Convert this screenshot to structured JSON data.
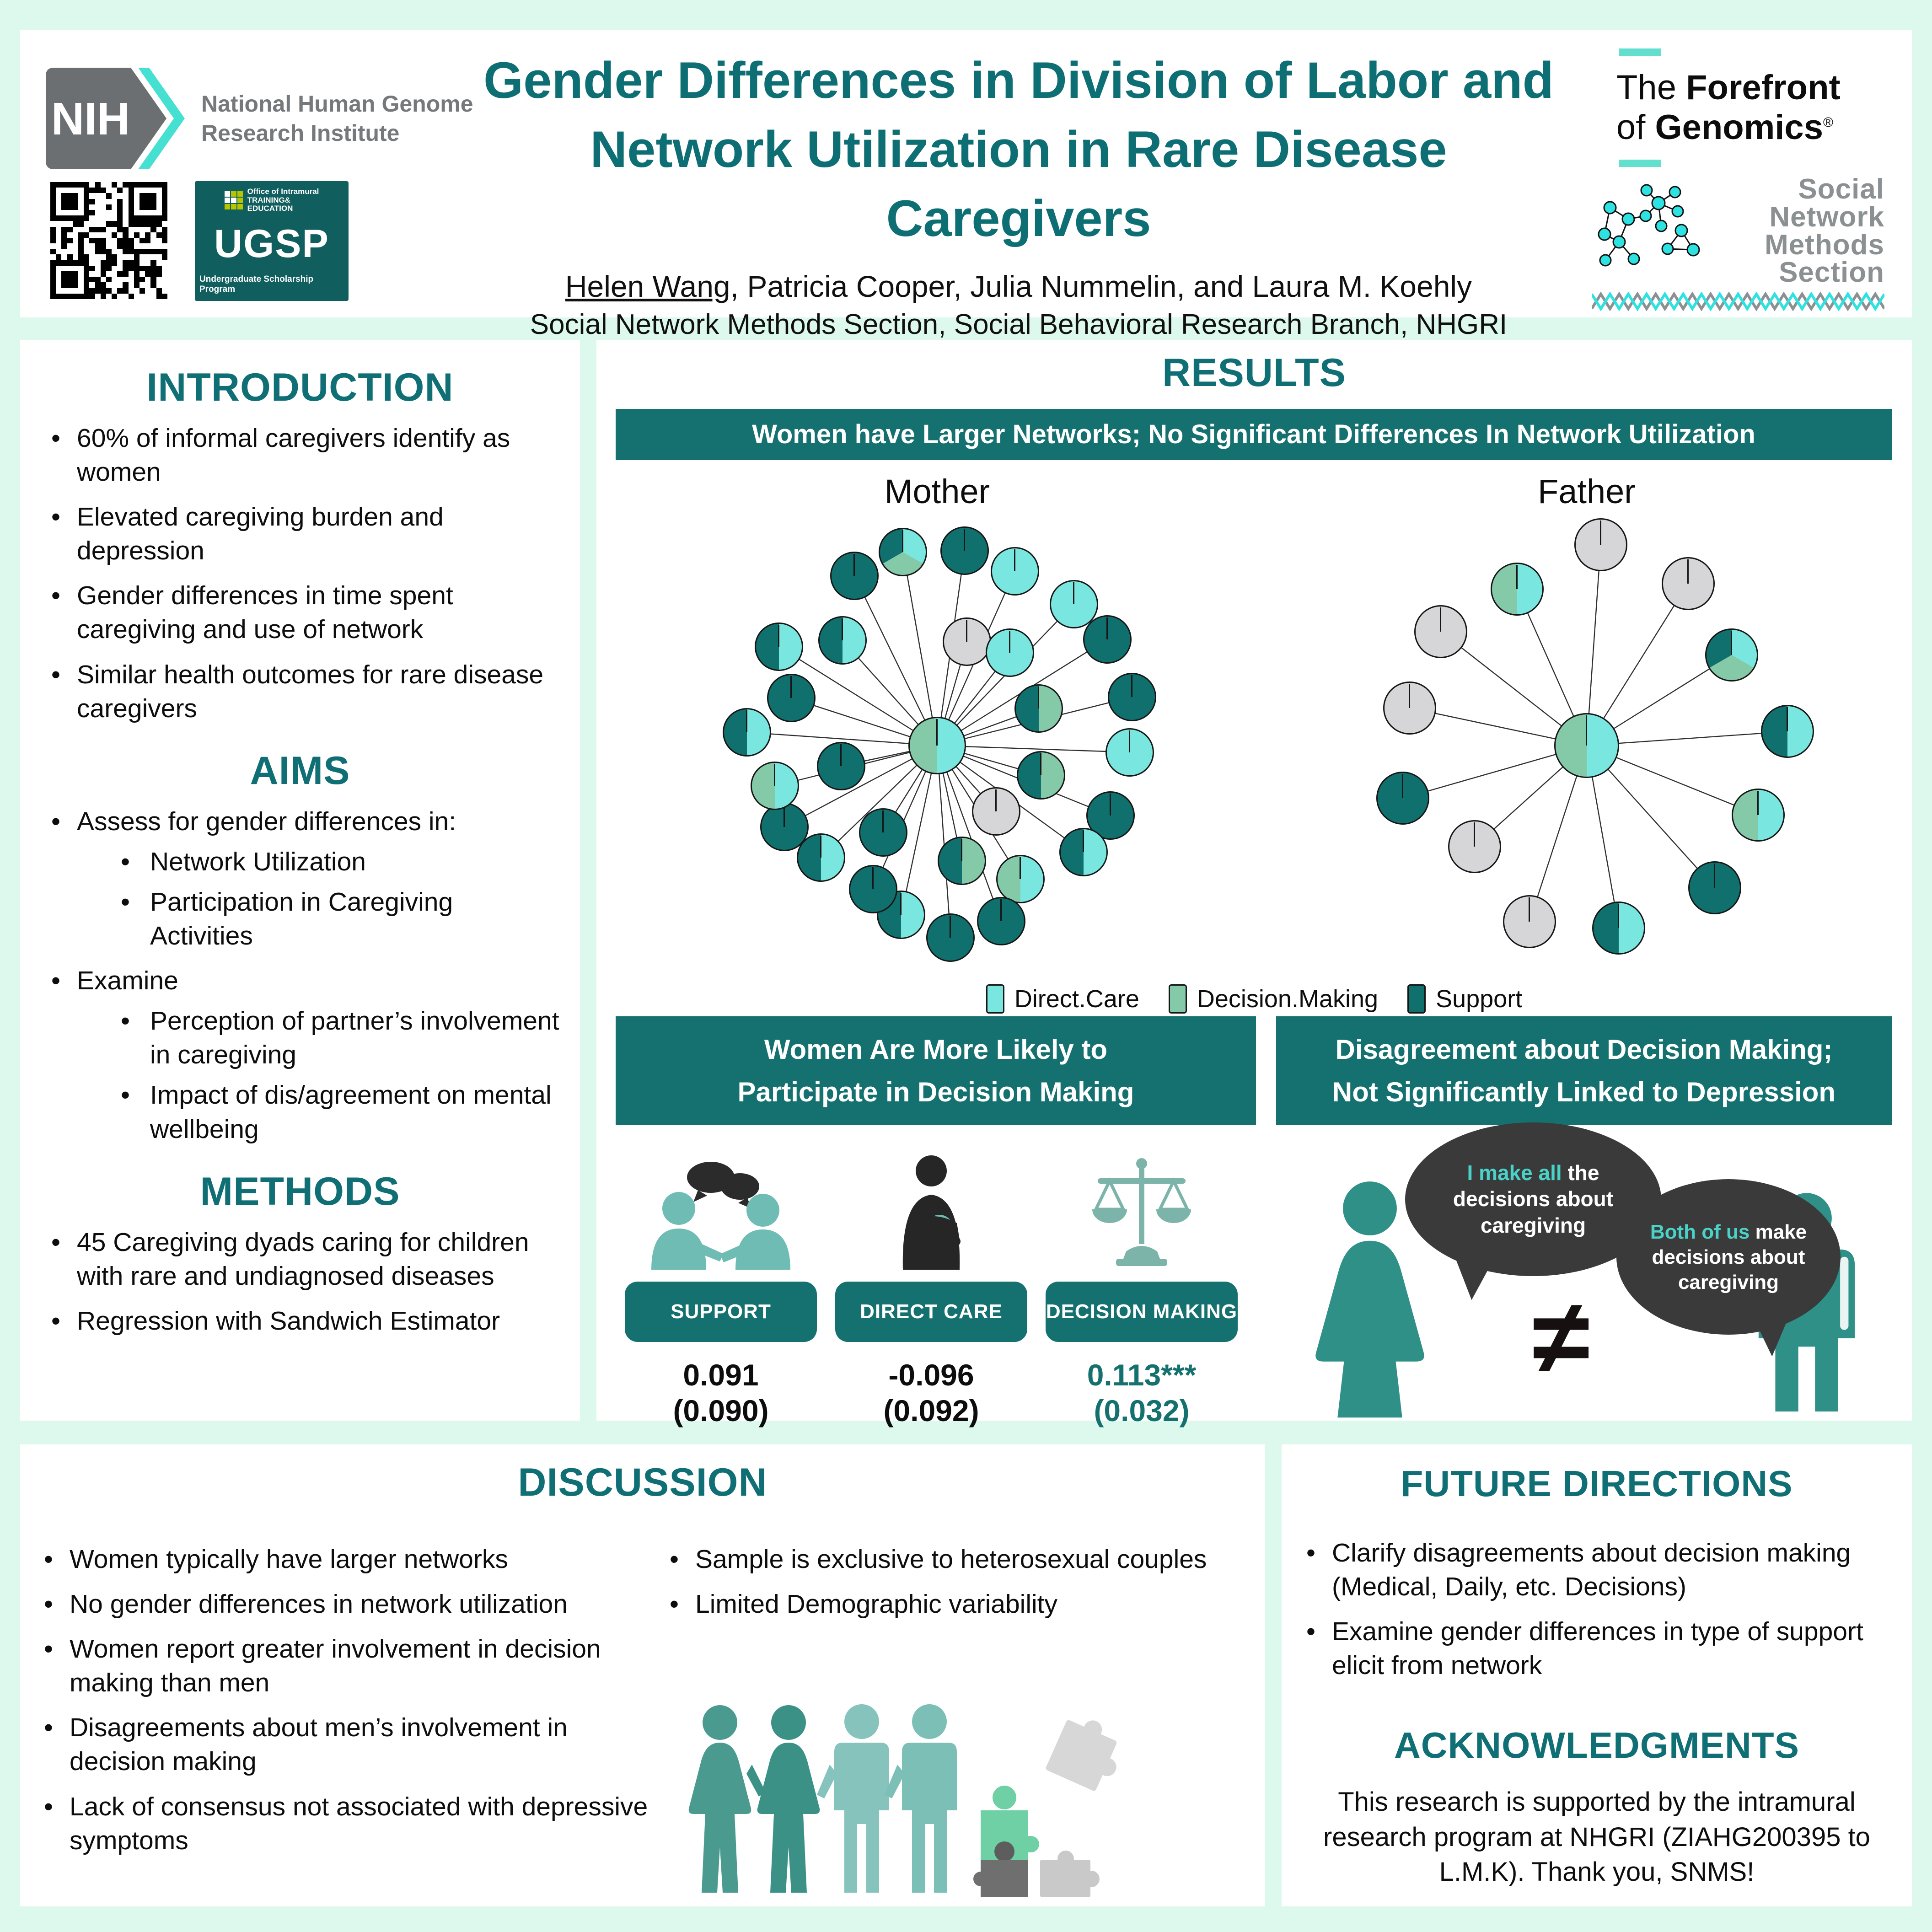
{
  "poster": {
    "header": {
      "nih_logo": {
        "acronym": "NIH",
        "org_line1": "National Human Genome",
        "org_line2": "Research Institute"
      },
      "ugsp": {
        "office_line1": "Office of Intramural",
        "office_line2": "TRAINING&",
        "office_line3": "EDUCATION",
        "acronym": "UGSP",
        "subtitle": "Undergraduate Scholarship Program"
      },
      "title_line1": "Gender Differences in Division of Labor and",
      "title_line2": "Network Utilization in Rare Disease Caregivers",
      "authors_underlined": "Helen Wang",
      "authors_rest": ", Patricia Cooper, Julia Nummelin, and Laura M. Koehly",
      "affiliation": "Social Network Methods Section, Social Behavioral Research Branch, NHGRI",
      "forefront": {
        "line1_normal": "The ",
        "line1_bold": "Forefront",
        "line2_normal": "of ",
        "line2_bold": "Genomics",
        "registered": "®"
      },
      "snms": {
        "line1": "Social",
        "line2": "Network",
        "line3": "Methods",
        "line4": "Section"
      }
    },
    "introduction": {
      "title": "INTRODUCTION",
      "bullets": [
        "60% of informal caregivers identify as women",
        "Elevated caregiving burden and depression",
        "Gender differences in time spent caregiving and use of network",
        "Similar health outcomes for rare disease caregivers"
      ]
    },
    "aims": {
      "title": "AIMS",
      "items": [
        {
          "text": "Assess for gender differences in:",
          "subs": [
            "Network Utilization",
            "Participation in Caregiving Activities"
          ]
        },
        {
          "text": "Examine",
          "subs": [
            "Perception of partner’s involvement in caregiving",
            "Impact of dis/agreement on mental wellbeing"
          ]
        }
      ]
    },
    "methods": {
      "title": "METHODS",
      "bullets": [
        "45 Caregiving dyads caring for children with rare and undiagnosed diseases",
        "Regression with Sandwich Estimator"
      ]
    },
    "results": {
      "title": "RESULTS",
      "banner1": "Women have Larger Networks; No Significant Differences In Network Utilization",
      "banner2_line1": "Women Are More Likely to",
      "banner2_line2": "Participate in Decision Making",
      "banner3_line1": "Disagreement about Decision Making;",
      "banner3_line2": "Not Significantly Linked to Depression",
      "legend": [
        {
          "label": "Direct.Care",
          "type": "direct"
        },
        {
          "label": "Decision.Making",
          "type": "decision"
        },
        {
          "label": "Support",
          "type": "support"
        }
      ],
      "stats": [
        {
          "label": "SUPPORT",
          "value": "0.091",
          "se": "(0.090)",
          "highlight": false
        },
        {
          "label": "DIRECT CARE",
          "value": "-0.096",
          "se": "(0.092)",
          "highlight": false
        },
        {
          "label": "DECISION MAKING",
          "value": "0.113***",
          "se": "(0.032)",
          "highlight": true
        }
      ],
      "disagreement": {
        "bubble1_highlight": "I make all",
        "bubble1_rest": " the decisions about caregiving",
        "bubble2_highlight": "Both of us",
        "bubble2_rest": " make decisions about caregiving",
        "neq": "≠"
      }
    },
    "discussion": {
      "title": "DISCUSSION",
      "col1": [
        "Women typically have larger networks",
        "No gender differences in network utilization",
        "Women report greater involvement in decision making than men",
        "Disagreements about men’s involvement in decision making",
        "Lack of consensus not associated with depressive symptoms"
      ],
      "col2": [
        "Sample is exclusive to heterosexual couples",
        "Limited Demographic variability"
      ]
    },
    "future": {
      "title": "FUTURE DIRECTIONS",
      "bullets": [
        "Clarify disagreements about decision making (Medical, Daily, etc.  Decisions)",
        "Examine gender differences in type of support elicit from network"
      ]
    },
    "acknowledgments": {
      "title": "ACKNOWLEDGMENTS",
      "text": "This research is supported by the intramural research program at NHGRI (ZIAHG200395 to L.M.K). Thank you, SNMS!"
    }
  },
  "chart_data": {
    "type": "network",
    "note": "Ego networks; node pies show which caregiving functions each network member provides",
    "legend_categories": [
      "Direct.Care",
      "Decision.Making",
      "Support"
    ],
    "mother": {
      "label": "Mother",
      "center_type": "decision+direct",
      "nodes": [
        {
          "angle": -10,
          "r": 1.0,
          "type": "all3"
        },
        {
          "angle": 8,
          "r": 1.0,
          "type": "support"
        },
        {
          "angle": 24,
          "r": 0.97,
          "type": "direct"
        },
        {
          "angle": 16,
          "r": 0.55,
          "type": "none"
        },
        {
          "angle": 38,
          "r": 0.6,
          "type": "direct"
        },
        {
          "angle": 44,
          "r": 1.0,
          "type": "direct"
        },
        {
          "angle": 58,
          "r": 1.02,
          "type": "support"
        },
        {
          "angle": 76,
          "r": 1.02,
          "type": "support"
        },
        {
          "angle": 70,
          "r": 0.55,
          "type": "support+decision"
        },
        {
          "angle": 92,
          "r": 0.98,
          "type": "direct"
        },
        {
          "angle": 106,
          "r": 0.55,
          "type": "support+decision"
        },
        {
          "angle": 112,
          "r": 0.95,
          "type": "support"
        },
        {
          "angle": 126,
          "r": 0.92,
          "type": "support+direct"
        },
        {
          "angle": 138,
          "r": 0.45,
          "type": "none"
        },
        {
          "angle": 148,
          "r": 0.8,
          "type": "decision+direct"
        },
        {
          "angle": 160,
          "r": 0.95,
          "type": "support"
        },
        {
          "angle": 176,
          "r": 0.98,
          "type": "support"
        },
        {
          "angle": 168,
          "r": 0.6,
          "type": "support+decision"
        },
        {
          "angle": 192,
          "r": 0.88,
          "type": "support+direct"
        },
        {
          "angle": 204,
          "r": 0.8,
          "type": "support"
        },
        {
          "angle": 212,
          "r": 0.52,
          "type": "support"
        },
        {
          "angle": 226,
          "r": 0.82,
          "type": "support+direct"
        },
        {
          "angle": 242,
          "r": 0.88,
          "type": "support"
        },
        {
          "angle": 256,
          "r": 0.85,
          "type": "decision+direct"
        },
        {
          "angle": 258,
          "r": 0.5,
          "type": "support"
        },
        {
          "angle": 274,
          "r": 0.97,
          "type": "support+direct"
        },
        {
          "angle": 288,
          "r": 0.78,
          "type": "support"
        },
        {
          "angle": 302,
          "r": 0.95,
          "type": "support+direct"
        },
        {
          "angle": 318,
          "r": 0.72,
          "type": "support+direct"
        },
        {
          "angle": 334,
          "r": 0.96,
          "type": "support"
        }
      ]
    },
    "father": {
      "label": "Father",
      "center_type": "decision+direct",
      "nodes": [
        {
          "angle": 4,
          "r": 1.0,
          "type": "none"
        },
        {
          "angle": 32,
          "r": 0.95,
          "type": "none"
        },
        {
          "angle": 58,
          "r": 0.85,
          "type": "all3"
        },
        {
          "angle": 86,
          "r": 1.0,
          "type": "support+direct"
        },
        {
          "angle": 112,
          "r": 0.92,
          "type": "decision+direct"
        },
        {
          "angle": 138,
          "r": 0.95,
          "type": "support"
        },
        {
          "angle": 170,
          "r": 0.92,
          "type": "support+direct"
        },
        {
          "angle": 198,
          "r": 0.92,
          "type": "none"
        },
        {
          "angle": 228,
          "r": 0.75,
          "type": "none"
        },
        {
          "angle": 254,
          "r": 0.95,
          "type": "support"
        },
        {
          "angle": 282,
          "r": 0.9,
          "type": "none"
        },
        {
          "angle": 308,
          "r": 0.92,
          "type": "none"
        },
        {
          "angle": 336,
          "r": 0.85,
          "type": "decision+direct"
        }
      ]
    }
  },
  "colors": {
    "background_mint": "#ddf8ec",
    "heading_teal": "#0f6f75",
    "banner_teal": "#14716f",
    "support_dark_teal": "#10706e",
    "direct_care_cyan": "#7ae6e0",
    "decision_making_green": "#84caa8",
    "uninvolved_gray": "#d6d6d9",
    "bubble_dark": "#3a3a3a",
    "bubble_cyan_text": "#4ad2c8",
    "figure_teal": "#2f9087"
  }
}
